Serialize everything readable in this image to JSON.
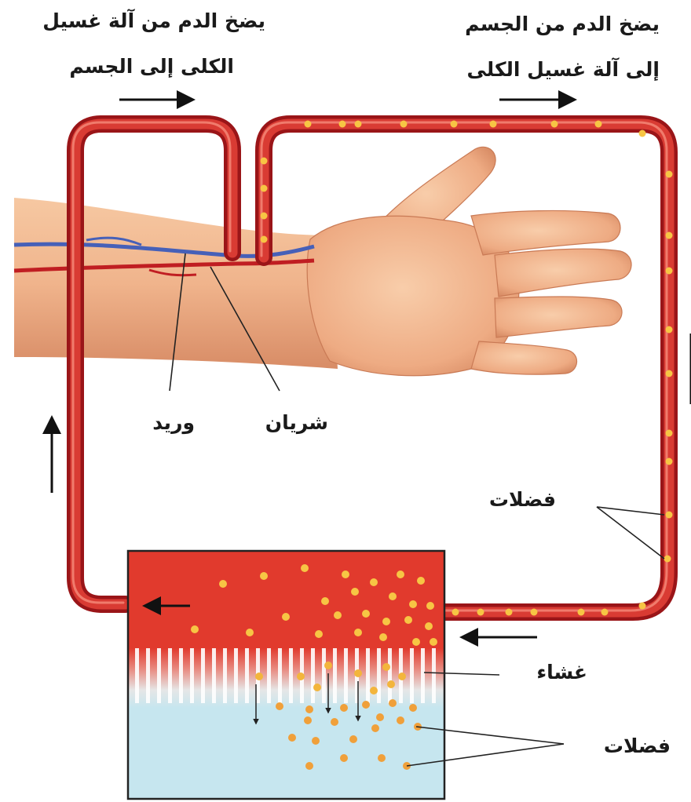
{
  "captions": {
    "left_line1": "يضخ الدم من آلة غسيل",
    "left_line2": "الكلى إلى الجسم",
    "right_line1": "يضخ الدم من الجسم",
    "right_line2": "إلى آلة غسيل الكلى"
  },
  "labels": {
    "vein": "وريد",
    "artery": "شريان",
    "waste_tube": "فضلات",
    "membrane": "غشاء",
    "waste_machine": "فضلات"
  },
  "colors": {
    "tube": "#b61e22",
    "tube_highlight": "#e24a43",
    "blood_chamber": "#e13a2d",
    "dialysate": "#c6e6ef",
    "waste_dot": "#f7c544",
    "waste_dot_lower": "#f0a03a",
    "vein": "#4660b8",
    "skin": "#f0b48c"
  }
}
